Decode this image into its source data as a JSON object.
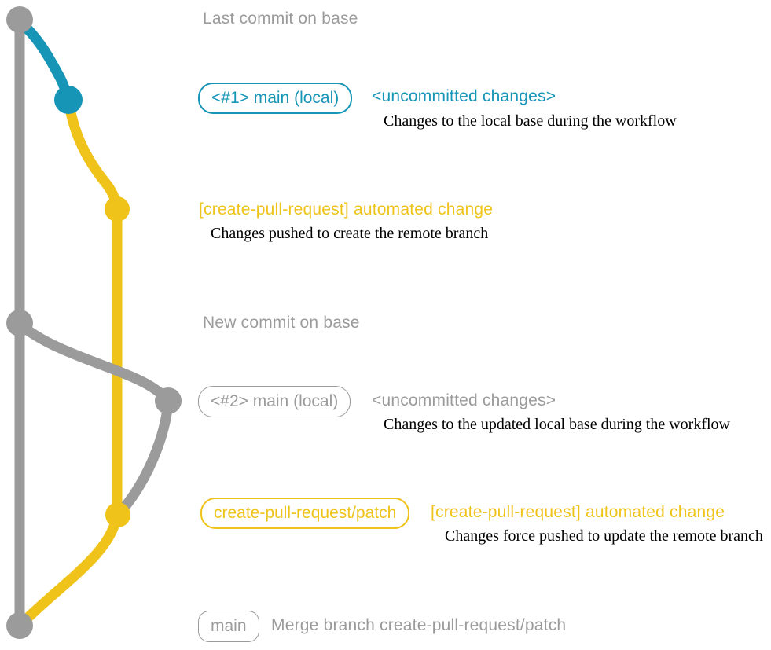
{
  "palette": {
    "gray": "#9B9B9B",
    "teal": "#1795B6",
    "yellow": "#EFC31A",
    "note_text": "#000000"
  },
  "graph": {
    "description": "Git branch graph for the create-pull-request workflow",
    "branches": [
      {
        "name": "base",
        "color": "#9B9B9B"
      },
      {
        "name": "main (local)",
        "color": "#1795B6"
      },
      {
        "name": "create-pull-request/patch",
        "color": "#EFC31A"
      }
    ],
    "nodes": [
      {
        "name": "last-commit-on-base",
        "branch": "base"
      },
      {
        "name": "local-uncommitted-1",
        "branch": "main (local)"
      },
      {
        "name": "remote-automated-commit-1",
        "branch": "create-pull-request/patch"
      },
      {
        "name": "new-commit-on-base",
        "branch": "base"
      },
      {
        "name": "local-uncommitted-2",
        "branch": "base"
      },
      {
        "name": "remote-automated-commit-2",
        "branch": "create-pull-request/patch"
      },
      {
        "name": "merge-commit",
        "branch": "base"
      }
    ]
  },
  "rows": {
    "last_commit": {
      "title": "Last commit on base"
    },
    "branch1": {
      "badge": "<#1> main (local)",
      "title": "<uncommitted changes>",
      "note": "Changes to the local base during the workflow"
    },
    "push1": {
      "title": "[create-pull-request] automated change",
      "note": "Changes pushed to create the remote branch"
    },
    "new_commit": {
      "title": "New commit on base"
    },
    "branch2": {
      "badge": "<#2> main (local)",
      "title": "<uncommitted changes>",
      "note": "Changes to the updated local base during the workflow"
    },
    "push2": {
      "badge": "create-pull-request/patch",
      "title": "[create-pull-request] automated change",
      "note": "Changes force pushed to update the remote branch"
    },
    "merge": {
      "badge": "main",
      "title": "Merge branch create-pull-request/patch"
    }
  }
}
